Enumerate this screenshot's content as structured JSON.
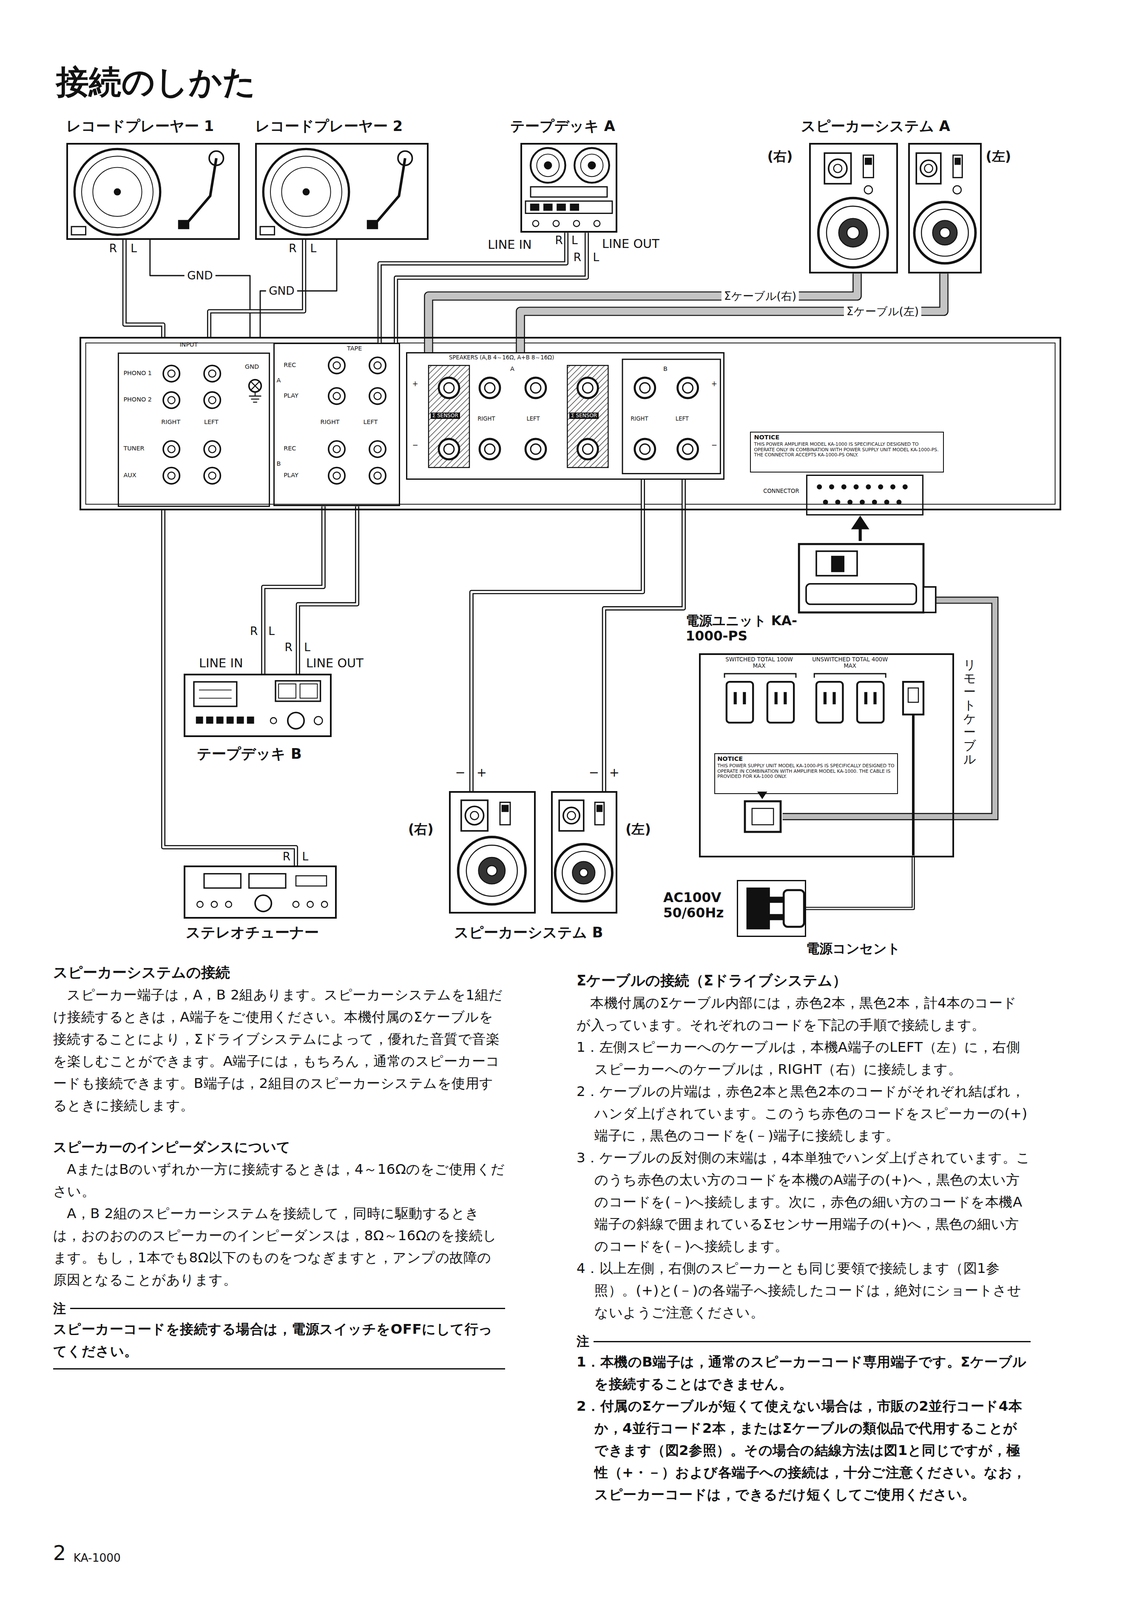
{
  "diagram": {
    "title": "接続のしかた",
    "nodes": [
      {
        "text": [
          "レコードプレーヤー 1"
        ]
      },
      {
        "text": [
          "レコードプレーヤー 2"
        ]
      },
      {
        "text": [
          "テープデッキ A"
        ]
      },
      {
        "text": [
          "(右)"
        ]
      },
      {
        "text": [
          "(左)"
        ]
      },
      {
        "text": [
          "INPUT",
          "PHONO 1",
          "PHONO 2",
          "GND",
          "RIGHT",
          "LEFT",
          "TUNER",
          "AUX"
        ]
      },
      {
        "text": [
          "TAPE",
          "REC",
          "A",
          "PLAY",
          "RIGHT",
          "LEFT",
          "REC",
          "B",
          "PLAY"
        ],
        "in": 5
      },
      {
        "text": [
          "SPEAKERS (A,B 4～16Ω, A+B 8～16Ω)",
          "A",
          "B",
          "+",
          "−",
          "RIGHT",
          "LEFT",
          "RIGHT",
          "LEFT",
          "+",
          "−",
          "Σ SENSOR",
          "Σ SENSOR"
        ],
        "in": 5
      },
      {
        "text": [
          "NOTICE",
          "THIS POWER AMPLIFIER MODEL KA-1000 IS SPECIFICALLY DESIGNED TO OPERATE ONLY IN COMBINATION WITH POWER SUPPLY UNIT MODEL KA-1000-PS. THE CONNECTOR ACCEPTS KA-1000-PS ONLY."
        ],
        "in": 5
      },
      {
        "text": [
          "CONNECTOR"
        ],
        "in": 5
      },
      {
        "text": [
          "電源ユニット KA-1000-PS",
          "SWITCHED TOTAL 100W MAX",
          "UNSWITCHED TOTAL 400W MAX"
        ]
      },
      {
        "text": [
          "NOTICE",
          "THIS POWER SUPPLY UNIT MODEL KA-1000-PS IS SPECIFICALLY DESIGNED TO OPERATE IN COMBINATION WITH AMPLIFIER MODEL KA-1000. THE CABLE IS PROVIDED FOR KA-1000 ONLY."
        ],
        "in": 10
      },
      {
        "text": [
          "テープデッキ B"
        ]
      },
      {
        "text": [
          "ステレオチューナー"
        ]
      },
      {
        "text": [
          "(右)"
        ]
      },
      {
        "text": [
          "(左)"
        ]
      },
      {
        "text": [
          "AC100V 50/60Hz",
          "電源コンセント"
        ]
      }
    ],
    "edges": [
      {
        "from": 0,
        "to": 5,
        "arrow": "none"
      },
      {
        "from": 0,
        "to": 5,
        "label": "GND",
        "arrow": "none"
      },
      {
        "from": 1,
        "to": 5,
        "arrow": "none"
      },
      {
        "from": 1,
        "to": 5,
        "label": "GND",
        "arrow": "none"
      },
      {
        "from": 2,
        "to": 6,
        "arrow": "none"
      },
      {
        "from": 2,
        "to": 6,
        "arrow": "none"
      },
      {
        "from": 3,
        "to": 7,
        "label": "Σケーブル(右)",
        "arrow": "none"
      },
      {
        "from": 4,
        "to": 7,
        "label": "Σケーブル(左)",
        "arrow": "none"
      },
      {
        "from": 12,
        "to": 6,
        "arrow": "none"
      },
      {
        "from": 12,
        "to": 6,
        "arrow": "none"
      },
      {
        "from": 13,
        "to": 5,
        "arrow": "none"
      },
      {
        "from": 14,
        "to": 7,
        "arrow": "none"
      },
      {
        "from": 15,
        "to": 7,
        "arrow": "none"
      },
      {
        "from": 10,
        "to": 16,
        "arrow": "none"
      }
    ],
    "labels": [
      "スピーカーシステム A",
      "R",
      "L",
      "R",
      "L",
      "R",
      "L",
      "R",
      "L",
      "LINE IN",
      "LINE OUT",
      "R",
      "L",
      "R",
      "L",
      "LINE IN",
      "LINE OUT",
      "R",
      "L",
      "−",
      "+",
      "−",
      "+",
      "スピーカーシステム B",
      "リモートケーブル",
      "スピーカーシステムの接続",
      "スピーカー端子は，A，B 2組あります。スピーカーシステムを1組だけ接続するときは，A端子をご使用ください。本機付属のΣケーブルを接続することにより，Σドライブシステムによって，優れた音質で音楽を楽しむことができます。A端子には，もちろん，通常のスピーカーコードも接続できます。B端子は，2組目のスピーカーシステムを使用するときに接続します。",
      "スピーカーのインピーダンスについて",
      "AまたはBのいずれか一方に接続するときは，4～16Ωのをご使用ください。",
      "A，B 2組のスピーカーシステムを接続して，同時に駆動するときは，おのおののスピーカーのインピーダンスは，8Ω～16Ωのを接続します。もし，1本でも8Ω以下のものをつなぎますと，アンプの故障の原因となることがあります。",
      "注",
      "スピーカーコードを接続する場合は，電源スイッチをOFFにして行ってください。",
      "Σケーブルの接続（Σドライブシステム）",
      "本機付属のΣケーブル内部には，赤色2本，黒色2本，計4本のコードが入っています。それぞれのコードを下記の手順で接続します。",
      "1．左側スピーカーへのケーブルは，本機A端子のLEFT（左）に，右側スピーカーへのケーブルは，RIGHT（右）に接続します。",
      "2．ケーブルの片端は，赤色2本と黒色2本のコードがそれぞれ結ばれ，ハンダ上げされています。このうち赤色のコードをスピーカーの(+)端子に，黒色のコードを(－)端子に接続します。",
      "3．ケーブルの反対側の末端は，4本単独でハンダ上げされています。このうち赤色の太い方のコードを本機のA端子の(+)へ，黒色の太い方のコードを(－)へ接続します。次に，赤色の細い方のコードを本機A端子の斜線で囲まれているΣセンサー用端子の(+)へ，黒色の細い方のコードを(－)へ接続します。",
      "4．以上左側，右側のスピーカーとも同じ要領で接続します（図1参照）。(+)と(－)の各端子へ接続したコードは，絶対にショートさせないようご注意ください。",
      "注",
      "1．本機のB端子は，通常のスピーカーコード専用端子です。Σケーブルを接続することはできません。",
      "2．付属のΣケーブルが短くて使えない場合は，市販の2並行コード4本か，4並行コード2本，またはΣケーブルの類似品で代用することができます（図2参照）。その場合の結線方法は図1と同じですが，極性（+・－）および各端子への接続は，十分ご注意ください。なお，スピーカーコードは，できるだけ短くしてご使用ください。",
      "2",
      "KA-1000"
    ]
  }
}
